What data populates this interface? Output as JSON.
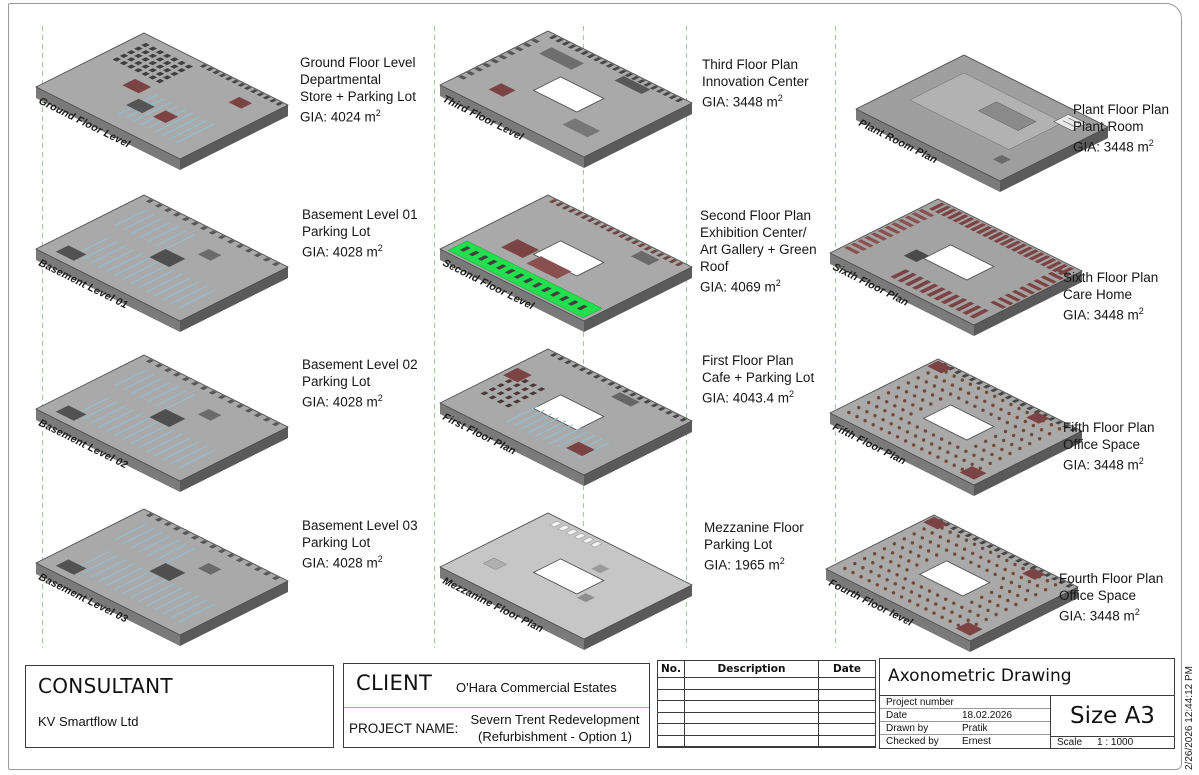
{
  "timestamp": "2/26/2026 12:44:12 PM",
  "views": [
    {
      "id": "ground-floor",
      "label": "Ground Floor Level",
      "style": "retail",
      "lines": [
        "Ground Floor Level",
        "Departmental",
        "Store + Parking Lot"
      ],
      "gia": "GIA: 4024 m²"
    },
    {
      "id": "third-floor",
      "label": "Third Floor Level",
      "style": "innovation",
      "lines": [
        "Third Floor Plan",
        "Innovation Center"
      ],
      "gia": "GIA: 3448 m²"
    },
    {
      "id": "plant-floor",
      "label": "Plant Room Plan",
      "style": "plant",
      "lines": [
        "Plant Floor Plan",
        "Plant Room"
      ],
      "gia": "GIA: 3448 m²"
    },
    {
      "id": "basement-01",
      "label": "Basement Level 01",
      "style": "parking",
      "lines": [
        "Basement Level 01",
        "Parking Lot"
      ],
      "gia": "GIA: 4028 m²"
    },
    {
      "id": "second-floor",
      "label": "Second Floor Level",
      "style": "green",
      "lines": [
        "Second Floor Plan",
        "Exhibition Center/",
        "Art Gallery + Green",
        "Roof"
      ],
      "gia": "GIA: 4069 m²"
    },
    {
      "id": "sixth-floor",
      "label": "Sixth Floor Plan",
      "style": "care",
      "lines": [
        "Sixth Floor Plan",
        "Care Home"
      ],
      "gia": "GIA: 3448 m²"
    },
    {
      "id": "basement-02",
      "label": "Basement Level 02",
      "style": "parking",
      "lines": [
        "Basement Level 02",
        "Parking Lot"
      ],
      "gia": "GIA: 4028 m²"
    },
    {
      "id": "first-floor",
      "label": "First Floor Plan",
      "style": "cafe",
      "lines": [
        "First Floor Plan",
        "Cafe + Parking Lot"
      ],
      "gia": "GIA: 4043.4 m²"
    },
    {
      "id": "fifth-floor",
      "label": "Fifth Floor Plan",
      "style": "office",
      "lines": [
        "Fifth Floor Plan",
        "Office Space"
      ],
      "gia": "GIA: 3448 m²"
    },
    {
      "id": "basement-03",
      "label": "Basement Level 03",
      "style": "parking",
      "lines": [
        "Basement Level 03",
        "Parking Lot"
      ],
      "gia": "GIA: 4028 m²"
    },
    {
      "id": "mezzanine",
      "label": "Mezzanine Floor Plan",
      "style": "mezzanine",
      "lines": [
        "Mezzanine Floor",
        "Parking Lot"
      ],
      "gia": "GIA: 1965 m²"
    },
    {
      "id": "fourth-floor",
      "label": "Fourth Floor level",
      "style": "office",
      "lines": [
        "Fourth Floor Plan",
        "Office Space"
      ],
      "gia": "GIA: 3448 m²"
    }
  ],
  "consultant": {
    "heading": "CONSULTANT",
    "name": "KV Smartflow Ltd"
  },
  "client": {
    "heading": "CLIENT",
    "name": "O'Hara Commercial Estates",
    "project_label": "PROJECT NAME:",
    "project_name": [
      "Severn Trent Redevelopment",
      "(Refurbishment - Option 1)"
    ]
  },
  "revision_table": {
    "headers": [
      "No.",
      "Description",
      "Date"
    ],
    "empty_rows": 6
  },
  "title_block": {
    "title": "Axonometric Drawing",
    "fields": [
      {
        "label": "Project number",
        "value": ""
      },
      {
        "label": "Date",
        "value": "18.02.2026"
      },
      {
        "label": "Drawn by",
        "value": "Pratik"
      },
      {
        "label": "Checked by",
        "value": "Ernest"
      }
    ],
    "size_label": "Size A3",
    "scale_label": "Scale",
    "scale_value": "1 : 1000"
  },
  "colors": {
    "slab_top": "#a9a9a9",
    "slab_side_left": "#7a7a7a",
    "slab_side_right": "#5a5a5a",
    "wall_dark": "#3f3f3f",
    "brick_red": "#7b4343",
    "brick_red_light": "#8a4f4f",
    "parking_teal": "#8fc0d4",
    "green_roof": "#22df4d",
    "guide_green": "#9ccf9c",
    "mezzanine_light": "#c6c6c6",
    "desk_brown": "#6f4a38",
    "plant_gray": "#9e9e9e"
  }
}
